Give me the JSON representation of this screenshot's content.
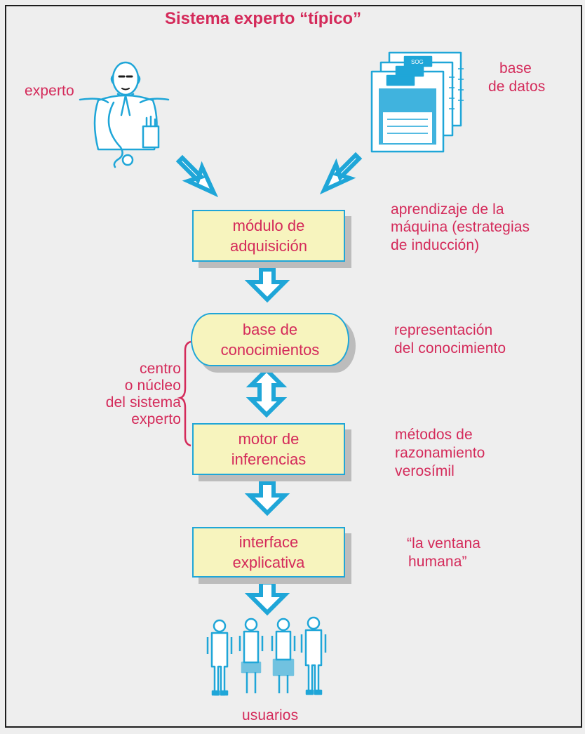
{
  "title": "Sistema experto “típico”",
  "labels": {
    "expert": "experto",
    "database_1": "base",
    "database_2": "de datos",
    "users": "usuarios",
    "core_bracket": [
      "centro",
      "o núcleo",
      "del sistema",
      "experto"
    ]
  },
  "boxes": {
    "acquisition": [
      "módulo de",
      "adquisición"
    ],
    "knowledge_base": [
      "base de",
      "conocimientos"
    ],
    "inference": [
      "motor de",
      "inferencias"
    ],
    "interface": [
      "interface",
      "explicativa"
    ]
  },
  "annotations": {
    "acquisition": [
      "aprendizaje de la",
      "máquina (estrategias",
      "de inducción)"
    ],
    "knowledge_base": [
      "representación",
      "del conocimiento"
    ],
    "inference": [
      "métodos de",
      "razonamiento",
      "verosímil"
    ],
    "interface": [
      "“la ventana",
      "humana”"
    ]
  },
  "illustration": {
    "disk_label": "SOG"
  },
  "colors": {
    "text": "#d42a5a",
    "arrow": "#1fa6d8",
    "box_fill": "#f7f4be",
    "box_shadow": "#bcbcbc",
    "background": "#eeeeee",
    "frame": "#1d1d1d"
  }
}
